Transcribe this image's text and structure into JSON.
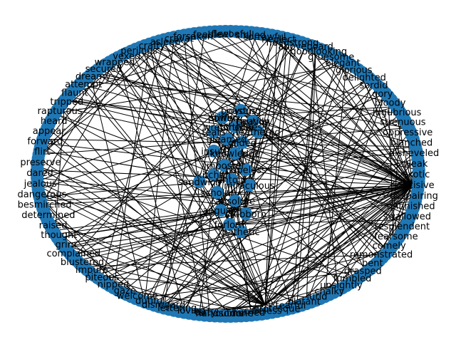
{
  "figure": {
    "node_color": "#1f77b4",
    "edge_color": "#000000",
    "label_color": "#000000",
    "background": "#ffffff"
  },
  "rim_labels": [
    "headstrong",
    "aboveboard",
    "goodlooking",
    "gruesome",
    "elegant",
    "glorious",
    "delighted",
    "sordid",
    "gory",
    "bloody",
    "lugubrious",
    "strenuous",
    "oppressive",
    "blanched",
    "disheveled",
    "weak",
    "exotic",
    "decisive",
    "despairing",
    "unfinished",
    "swallowed",
    "resplendent",
    "fearsome",
    "comely",
    "remonstrated",
    "bent",
    "grasped",
    "fumbled",
    "unsightly",
    "chalky",
    "lurid",
    "blatant",
    "tearful",
    "grotesque",
    "careless",
    "hurried",
    "outdone",
    "handsome",
    "dirty",
    "loving",
    "lettering",
    "disregard",
    "dutiful",
    "welcome",
    "gaze",
    "nipped",
    "piteous",
    "impure",
    "blustered",
    "complained",
    "grim",
    "thought",
    "raised",
    "determined",
    "besmirched",
    "dangerous",
    "jealous",
    "dared",
    "preserve",
    "flirt",
    "forward",
    "appear",
    "heard",
    "rapturous",
    "tripped",
    "flaunt",
    "attempt",
    "dreamy",
    "secured",
    "wrapped",
    "vexed",
    "perilous",
    "crafty",
    "asleep",
    "cravat",
    "forsaken",
    "feeble",
    "fleet",
    "woeful",
    "smiled",
    "sorrowful",
    "neglect"
  ],
  "center_labels": [
    "boasting",
    "power",
    "wretchedness",
    "heavily",
    "feathered",
    "tears",
    "gleamed",
    "gilded",
    "insult",
    "knowledge",
    "imposter",
    "hopeless",
    "kitchen",
    "sandwich",
    "untold",
    "miraculous",
    "scholar",
    "absolute",
    "anguish",
    "stubborn",
    "forlorn",
    "pathetic",
    "joyous",
    "stiffly",
    "mirthful",
    "caution"
  ]
}
